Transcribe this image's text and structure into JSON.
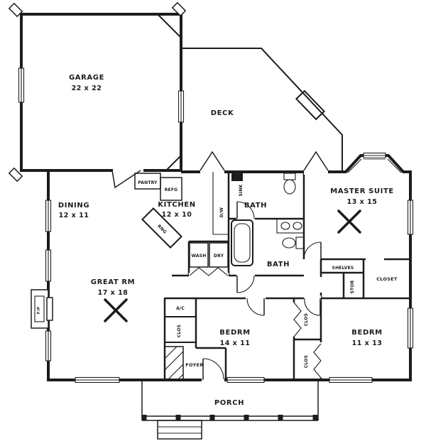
{
  "colors": {
    "ink": "#1c1c1c",
    "paper": "#ffffff"
  },
  "rooms": {
    "garage": {
      "label": "GARAGE",
      "dims": "22 x 22"
    },
    "deck": {
      "label": "DECK"
    },
    "dining": {
      "label": "DINING",
      "dims": "12 x 11"
    },
    "kitchen": {
      "label": "KITCHEN",
      "dims": "12 x 10"
    },
    "bath_main": {
      "label": "BATH"
    },
    "bath_master": {
      "label": "BATH"
    },
    "master_suite": {
      "label": "MASTER SUITE",
      "dims": "13 x 15"
    },
    "great_room": {
      "label": "GREAT RM",
      "dims": "17 x 18"
    },
    "bedroom_1": {
      "label": "BEDRM",
      "dims": "14 x 11"
    },
    "bedroom_2": {
      "label": "BEDRM",
      "dims": "11 x 13"
    },
    "foyer": {
      "label": "FOYER"
    },
    "porch": {
      "label": "PORCH"
    }
  },
  "fixtures": {
    "pantry": "PANTRY",
    "refrigerator": "REFG",
    "sink": "SINK",
    "range": "RNG",
    "dishwasher": "D/W",
    "washer": "WASH",
    "dryer": "DRY",
    "shelves": "SHELVES",
    "closet": "CLOSET",
    "storage": "STOR",
    "ac_unit": "A/C",
    "clos_hall": "CLOS",
    "clos_bed1": "CLOS",
    "clos_bed2": "CLOS",
    "fireplace": "F/P"
  }
}
